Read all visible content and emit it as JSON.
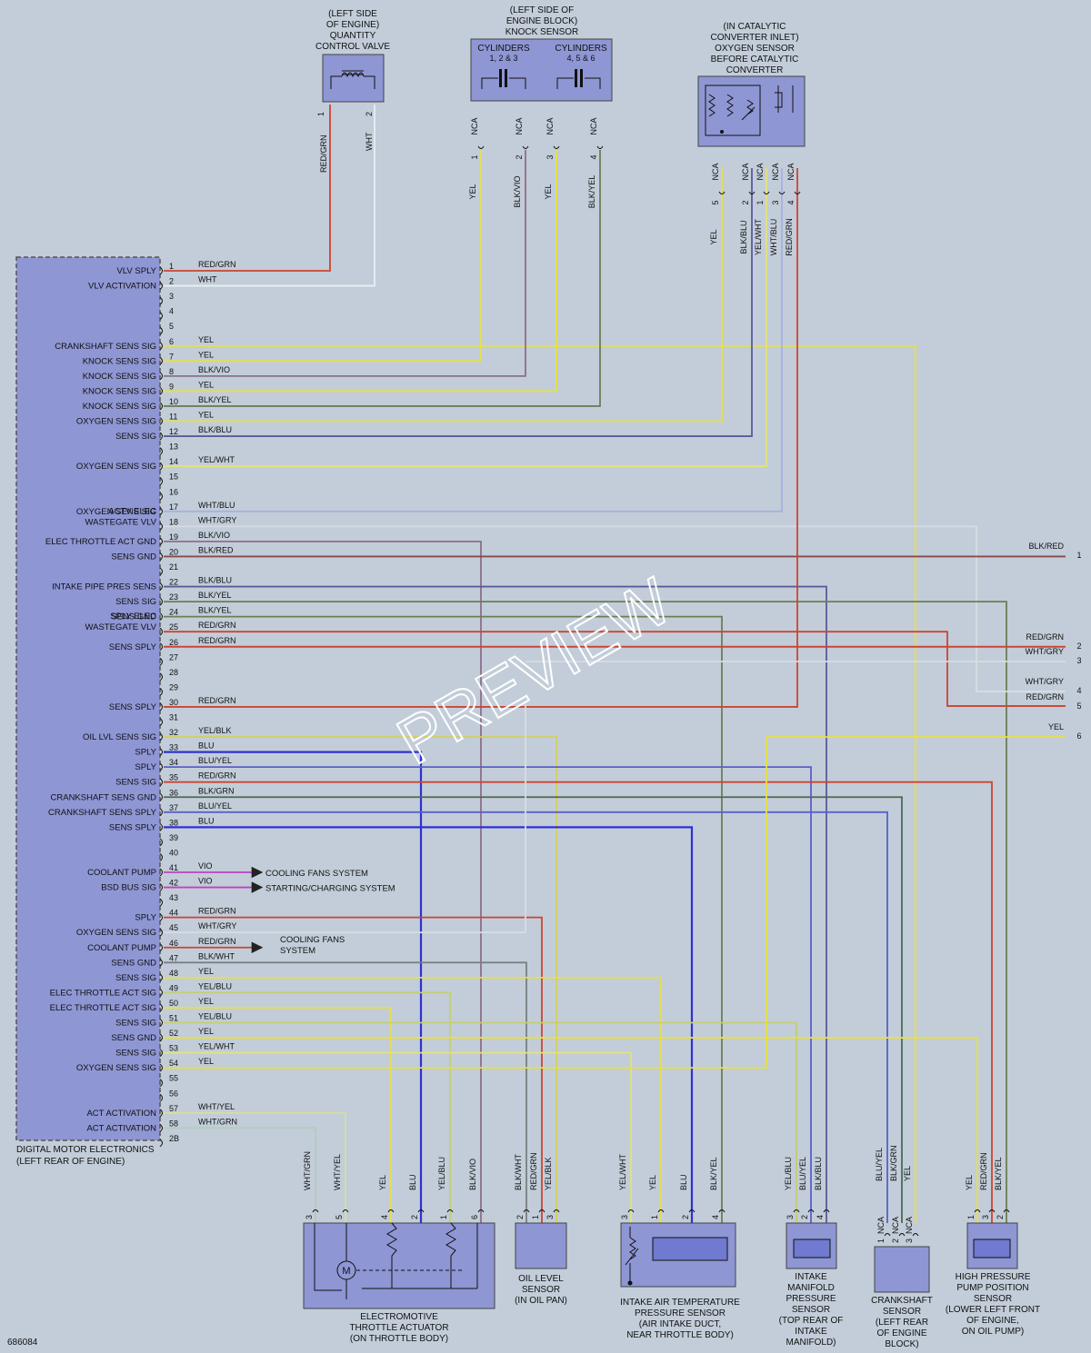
{
  "diagram_id": "686084",
  "watermark": "PREVIEW",
  "dme": {
    "title": [
      "DIGITAL MOTOR ELECTRONICS",
      "(LEFT REAR OF ENGINE)"
    ],
    "pins": [
      {
        "pin": "1",
        "label": "VLV SPLY",
        "wire": "RED/GRN",
        "color": "#cc4433"
      },
      {
        "pin": "2",
        "label": "VLV ACTIVATION",
        "wire": "WHT",
        "color": "#e8eef3"
      },
      {
        "pin": "3",
        "label": "",
        "wire": "",
        "color": ""
      },
      {
        "pin": "4",
        "label": "",
        "wire": "",
        "color": ""
      },
      {
        "pin": "5",
        "label": "",
        "wire": "",
        "color": ""
      },
      {
        "pin": "6",
        "label": "CRANKSHAFT SENS SIG",
        "wire": "YEL",
        "color": "#e8e040"
      },
      {
        "pin": "7",
        "label": "KNOCK SENS SIG",
        "wire": "YEL",
        "color": "#e8e040"
      },
      {
        "pin": "8",
        "label": "KNOCK SENS SIG",
        "wire": "BLK/VIO",
        "color": "#8d6f8b"
      },
      {
        "pin": "9",
        "label": "KNOCK SENS SIG",
        "wire": "YEL",
        "color": "#e8e040"
      },
      {
        "pin": "10",
        "label": "KNOCK SENS SIG",
        "wire": "BLK/YEL",
        "color": "#6e7d55"
      },
      {
        "pin": "11",
        "label": "OXYGEN SENS SIG",
        "wire": "YEL",
        "color": "#e8e040"
      },
      {
        "pin": "12",
        "label": "SENS SIG",
        "wire": "BLK/BLU",
        "color": "#5a5a9a"
      },
      {
        "pin": "13",
        "label": "",
        "wire": "",
        "color": ""
      },
      {
        "pin": "14",
        "label": "OXYGEN SENS SIG",
        "wire": "YEL/WHT",
        "color": "#e4e37a"
      },
      {
        "pin": "15",
        "label": "",
        "wire": "",
        "color": ""
      },
      {
        "pin": "16",
        "label": "",
        "wire": "",
        "color": ""
      },
      {
        "pin": "17",
        "label": "OXYGEN SENS SIG",
        "wire": "WHT/BLU",
        "color": "#a8b0e0"
      },
      {
        "pin": "18",
        "label": "ACTV ELEC WASTEGATE VLV",
        "wire": "WHT/GRY",
        "color": "#d7dce3"
      },
      {
        "pin": "19",
        "label": "ELEC THROTTLE ACT GND",
        "wire": "BLK/VIO",
        "color": "#8d6f8b"
      },
      {
        "pin": "20",
        "label": "SENS GND",
        "wire": "BLK/RED",
        "color": "#8a4848"
      },
      {
        "pin": "21",
        "label": "",
        "wire": "",
        "color": ""
      },
      {
        "pin": "22",
        "label": "INTAKE PIPE PRES SENS",
        "wire": "BLK/BLU",
        "color": "#5a5a9a"
      },
      {
        "pin": "23",
        "label": "SENS SIG",
        "wire": "BLK/YEL",
        "color": "#6e7d55"
      },
      {
        "pin": "24",
        "label": "SENS GND",
        "wire": "BLK/YEL",
        "color": "#6e7d55"
      },
      {
        "pin": "25",
        "label": "SPLY ELEC WASTEGATE VLV",
        "wire": "RED/GRN",
        "color": "#cc4433"
      },
      {
        "pin": "26",
        "label": "SENS SPLY",
        "wire": "RED/GRN",
        "color": "#cc4433"
      },
      {
        "pin": "27",
        "label": "",
        "wire": "",
        "color": ""
      },
      {
        "pin": "28",
        "label": "",
        "wire": "",
        "color": ""
      },
      {
        "pin": "29",
        "label": "",
        "wire": "",
        "color": ""
      },
      {
        "pin": "30",
        "label": "SENS SPLY",
        "wire": "RED/GRN",
        "color": "#cc4433"
      },
      {
        "pin": "31",
        "label": "",
        "wire": "",
        "color": ""
      },
      {
        "pin": "32",
        "label": "OIL LVL SENS SIG",
        "wire": "YEL/BLK",
        "color": "#d4d05a"
      },
      {
        "pin": "33",
        "label": "SPLY",
        "wire": "BLU",
        "color": "#3030d0"
      },
      {
        "pin": "34",
        "label": "SPLY",
        "wire": "BLU/YEL",
        "color": "#5a60c8"
      },
      {
        "pin": "35",
        "label": "SENS SIG",
        "wire": "RED/GRN",
        "color": "#cc4433"
      },
      {
        "pin": "36",
        "label": "CRANKSHAFT SENS GND",
        "wire": "BLK/GRN",
        "color": "#4d6a50"
      },
      {
        "pin": "37",
        "label": "CRANKSHAFT SENS SPLY",
        "wire": "BLU/YEL",
        "color": "#5a60c8"
      },
      {
        "pin": "38",
        "label": "SENS SPLY",
        "wire": "BLU",
        "color": "#3030d0"
      },
      {
        "pin": "39",
        "label": "",
        "wire": "",
        "color": ""
      },
      {
        "pin": "40",
        "label": "",
        "wire": "",
        "color": ""
      },
      {
        "pin": "41",
        "label": "COOLANT PUMP",
        "wire": "VIO",
        "color": "#c040c0"
      },
      {
        "pin": "42",
        "label": "BSD BUS SIG",
        "wire": "VIO",
        "color": "#c040c0"
      },
      {
        "pin": "43",
        "label": "",
        "wire": "",
        "color": ""
      },
      {
        "pin": "44",
        "label": "SPLY",
        "wire": "RED/GRN",
        "color": "#cc4433"
      },
      {
        "pin": "45",
        "label": "OXYGEN SENS SIG",
        "wire": "WHT/GRY",
        "color": "#d7dce3"
      },
      {
        "pin": "46",
        "label": "COOLANT PUMP",
        "wire": "RED/GRN",
        "color": "#cc4433"
      },
      {
        "pin": "47",
        "label": "SENS GND",
        "wire": "BLK/WHT",
        "color": "#7a7f84"
      },
      {
        "pin": "48",
        "label": "SENS SIG",
        "wire": "YEL",
        "color": "#e8e040"
      },
      {
        "pin": "49",
        "label": "ELEC THROTTLE ACT SIG",
        "wire": "YEL/BLU",
        "color": "#c4cf72"
      },
      {
        "pin": "50",
        "label": "ELEC THROTTLE ACT SIG",
        "wire": "YEL",
        "color": "#e8e040"
      },
      {
        "pin": "51",
        "label": "SENS SIG",
        "wire": "YEL/BLU",
        "color": "#c4cf72"
      },
      {
        "pin": "52",
        "label": "SENS GND",
        "wire": "YEL",
        "color": "#e8e040"
      },
      {
        "pin": "53",
        "label": "SENS SIG",
        "wire": "YEL/WHT",
        "color": "#e4e37a"
      },
      {
        "pin": "54",
        "label": "OXYGEN SENS SIG",
        "wire": "YEL",
        "color": "#e8e040"
      },
      {
        "pin": "55",
        "label": "",
        "wire": "",
        "color": ""
      },
      {
        "pin": "56",
        "label": "",
        "wire": "",
        "color": ""
      },
      {
        "pin": "57",
        "label": "ACT ACTIVATION",
        "wire": "WHT/YEL",
        "color": "#d9dca0"
      },
      {
        "pin": "58",
        "label": "ACT ACTIVATION",
        "wire": "WHT/GRN",
        "color": "#b7cbb5"
      },
      {
        "pin": "2B",
        "label": "",
        "wire": "",
        "color": ""
      }
    ]
  },
  "arrows": [
    {
      "pin": "41",
      "text": [
        "COOLING FANS SYSTEM"
      ]
    },
    {
      "pin": "42",
      "text": [
        "STARTING/CHARGING SYSTEM"
      ]
    },
    {
      "pin": "46",
      "text": [
        "COOLING FANS",
        "SYSTEM"
      ]
    }
  ],
  "right_connector": [
    {
      "pin": "1",
      "wire": "BLK/RED",
      "color": "#8a4848"
    },
    {
      "pin": "2",
      "wire": "RED/GRN",
      "color": "#cc4433"
    },
    {
      "pin": "3",
      "wire": "WHT/GRY",
      "color": "#d7dce3"
    },
    {
      "pin": "4",
      "wire": "WHT/GRY",
      "color": "#d7dce3"
    },
    {
      "pin": "5",
      "wire": "RED/GRN",
      "color": "#cc4433"
    },
    {
      "pin": "6",
      "wire": "YEL",
      "color": "#e8e040"
    }
  ],
  "components_top": {
    "quantity_valve": {
      "title": [
        "(LEFT SIDE",
        "OF ENGINE)",
        "QUANTITY",
        "CONTROL VALVE"
      ],
      "pins": [
        {
          "n": "1",
          "wire": "RED/GRN"
        },
        {
          "n": "2",
          "wire": "WHT"
        }
      ]
    },
    "knock_sensor": {
      "title": [
        "(LEFT SIDE OF",
        "ENGINE BLOCK)",
        "KNOCK SENSOR"
      ],
      "left": [
        "CYLINDERS",
        "1, 2 & 3"
      ],
      "right": [
        "CYLINDERS",
        "4, 5 & 6"
      ],
      "pins": [
        {
          "n": "1",
          "wire": "YEL"
        },
        {
          "n": "2",
          "wire": "BLK/VIO"
        },
        {
          "n": "3",
          "wire": "YEL"
        },
        {
          "n": "4",
          "wire": "BLK/YEL"
        }
      ]
    },
    "oxygen_sensor": {
      "title": [
        "(IN CATALYTIC",
        "CONVERTER INLET)",
        "OXYGEN SENSOR",
        "BEFORE CATALYTIC",
        "CONVERTER"
      ],
      "pins": [
        {
          "n": "5",
          "wire": "YEL"
        },
        {
          "n": "2",
          "wire": "BLK/BLU"
        },
        {
          "n": "1",
          "wire": "YEL/WHT"
        },
        {
          "n": "3",
          "wire": "WHT/BLU"
        },
        {
          "n": "4",
          "wire": "RED/GRN"
        }
      ]
    },
    "nca": "NCA"
  },
  "components_bottom": {
    "throttle_actuator": {
      "title": [
        "ELECTROMOTIVE",
        "THROTTLE ACTUATOR",
        "(ON THROTTLE BODY)"
      ],
      "pins": [
        {
          "n": "3",
          "wire": "WHT/GRN"
        },
        {
          "n": "5",
          "wire": "WHT/YEL"
        },
        {
          "n": "4",
          "wire": "YEL"
        },
        {
          "n": "2",
          "wire": "BLU"
        },
        {
          "n": "1",
          "wire": "YEL/BLU"
        },
        {
          "n": "6",
          "wire": "BLK/VIO"
        }
      ],
      "motor": "M"
    },
    "oil_level": {
      "title": [
        "OIL LEVEL",
        "SENSOR",
        "(IN OIL PAN)"
      ],
      "pins": [
        {
          "n": "2",
          "wire": "BLK/WHT"
        },
        {
          "n": "1",
          "wire": "RED/GRN"
        },
        {
          "n": "3",
          "wire": "YEL/BLK"
        }
      ]
    },
    "intake_air_temp": {
      "title": [
        "INTAKE AIR TEMPERATURE",
        "PRESSURE SENSOR",
        "(AIR INTAKE DUCT,",
        "NEAR THROTTLE BODY)"
      ],
      "pins": [
        {
          "n": "3",
          "wire": "YEL/WHT"
        },
        {
          "n": "1",
          "wire": "YEL"
        },
        {
          "n": "2",
          "wire": "BLU"
        },
        {
          "n": "4",
          "wire": "BLK/YEL"
        }
      ]
    },
    "intake_manifold": {
      "title": [
        "INTAKE",
        "MANIFOLD",
        "PRESSURE",
        "SENSOR",
        "(TOP REAR OF",
        "INTAKE",
        "MANIFOLD)"
      ],
      "pins": [
        {
          "n": "3",
          "wire": "YEL/BLU"
        },
        {
          "n": "2",
          "wire": "BLU/YEL"
        },
        {
          "n": "4",
          "wire": "BLK/BLU"
        }
      ]
    },
    "crankshaft": {
      "title": [
        "CRANKSHAFT",
        "SENSOR",
        "(LEFT REAR",
        "OF ENGINE",
        "BLOCK)"
      ],
      "pins": [
        {
          "n": "1",
          "wire": "BLU/YEL"
        },
        {
          "n": "2",
          "wire": "BLK/GRN"
        },
        {
          "n": "3",
          "wire": "YEL"
        }
      ]
    },
    "hp_pump": {
      "title": [
        "HIGH PRESSURE",
        "PUMP POSITION",
        "SENSOR",
        "(LOWER LEFT FRONT",
        "OF ENGINE,",
        "ON OIL PUMP)"
      ],
      "pins": [
        {
          "n": "1",
          "wire": "YEL"
        },
        {
          "n": "3",
          "wire": "RED/GRN"
        },
        {
          "n": "2",
          "wire": "BLK/YEL"
        }
      ]
    }
  }
}
